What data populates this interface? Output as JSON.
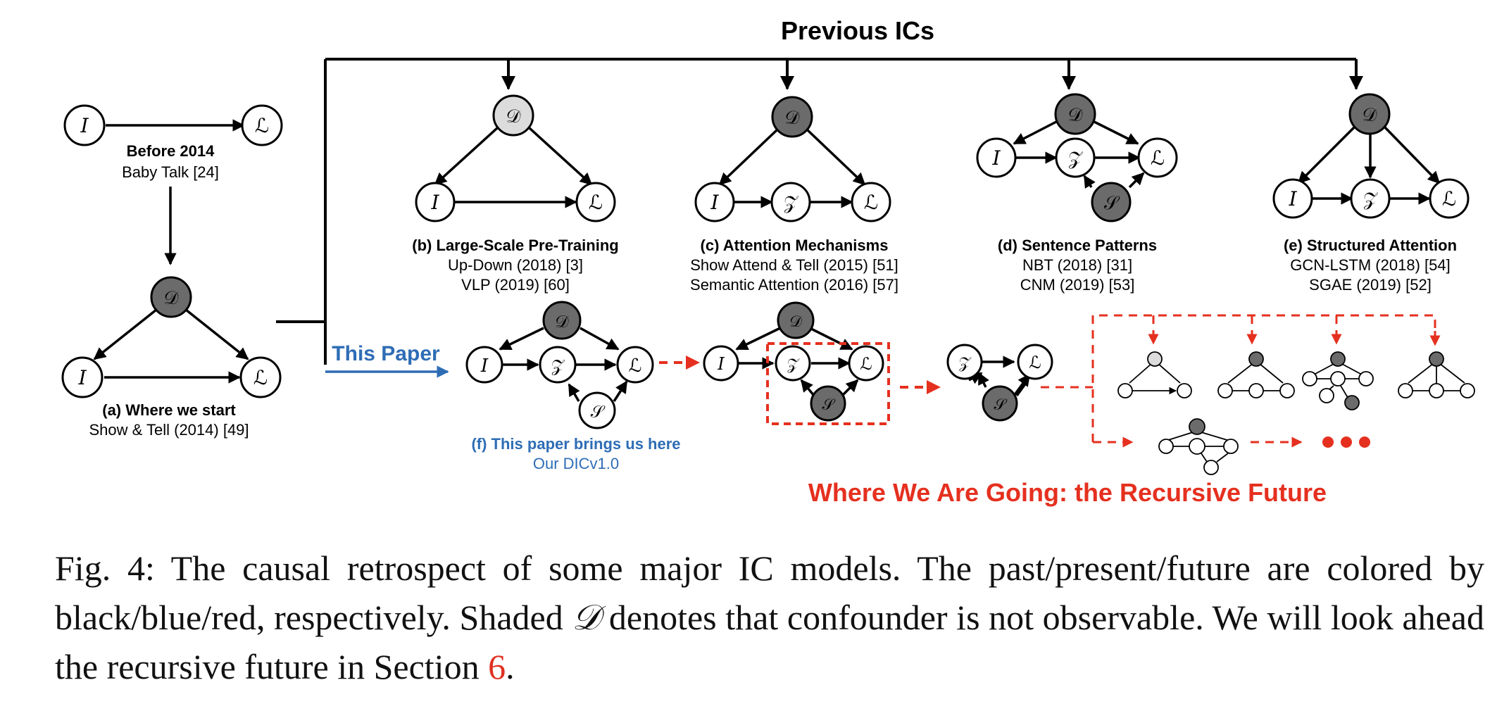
{
  "colors": {
    "past": "#000000",
    "present": "#2e6db5",
    "future": "#e5301f",
    "shaded": "#6b6b6b",
    "light_shaded": "#dcdcdc"
  },
  "header": {
    "previous_ics": "Previous ICs"
  },
  "node_symbols": {
    "I": "I",
    "L": "ℒ",
    "D": "𝒟",
    "Z": "𝒵",
    "S": "𝒮"
  },
  "panels": {
    "a": {
      "title": "(a) Where we start",
      "subtitle": "Show & Tell (2014) [49]",
      "pre_title": "Before 2014",
      "pre_subtitle": "Baby Talk [24]"
    },
    "b": {
      "title": "(b) Large-Scale Pre-Training",
      "line1": "Up-Down (2018) [3]",
      "line2": "VLP (2019) [60]"
    },
    "c": {
      "title": "(c) Attention Mechanisms",
      "line1": "Show Attend & Tell (2015) [51]",
      "line2": "Semantic Attention (2016) [57]"
    },
    "d": {
      "title": "(d) Sentence Patterns",
      "line1": "NBT (2018) [31]",
      "line2": "CNM (2019) [53]"
    },
    "e": {
      "title": "(e) Structured Attention",
      "line1": "GCN-LSTM (2018) [54]",
      "line2": "SGAE (2019) [52]"
    },
    "f": {
      "title": "(f) This paper brings us here",
      "subtitle": "Our DICv1.0",
      "arrow_label": "This Paper"
    }
  },
  "future": {
    "label": "Where We Are Going: the Recursive Future"
  },
  "caption": {
    "prefix": "Fig. 4: The causal retrospect of some major IC models. The past/present/future are colored by black/blue/red, respectively. Shaded ",
    "symbol": "𝒟",
    "middle": " denotes that confounder is not observable. We will look ahead the recursive future in Section ",
    "ref": "6",
    "suffix": "."
  }
}
